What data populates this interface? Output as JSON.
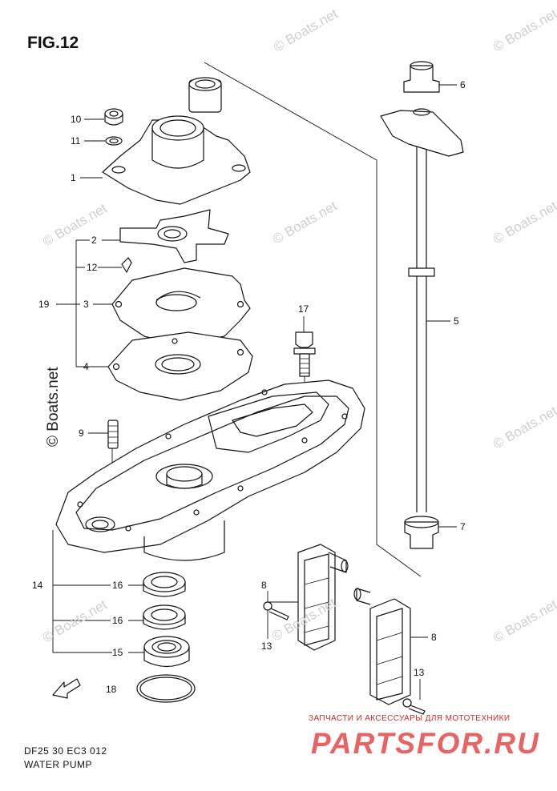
{
  "figure": {
    "title": "FIG.12",
    "model_code": "DF25 30 EC3  012",
    "caption": "WATER PUMP"
  },
  "watermark": "© Boats.net",
  "shop": {
    "tagline": "ЗАПЧАСТИ И АКСЕССУАРЫ ДЛЯ МОТОТЕХНИКИ",
    "logo_text": "PARTSFOR.RU"
  },
  "callouts": [
    {
      "id": "c10",
      "label": "10"
    },
    {
      "id": "c11",
      "label": "11"
    },
    {
      "id": "c1",
      "label": "1"
    },
    {
      "id": "c2",
      "label": "2"
    },
    {
      "id": "c12",
      "label": "12"
    },
    {
      "id": "c19",
      "label": "19"
    },
    {
      "id": "c3",
      "label": "3"
    },
    {
      "id": "c4",
      "label": "4"
    },
    {
      "id": "c9",
      "label": "9"
    },
    {
      "id": "c17",
      "label": "17"
    },
    {
      "id": "c6",
      "label": "6"
    },
    {
      "id": "c5",
      "label": "5"
    },
    {
      "id": "c7",
      "label": "7"
    },
    {
      "id": "c14",
      "label": "14"
    },
    {
      "id": "c16a",
      "label": "16"
    },
    {
      "id": "c16b",
      "label": "16"
    },
    {
      "id": "c15",
      "label": "15"
    },
    {
      "id": "c18",
      "label": "18"
    },
    {
      "id": "c8a",
      "label": "8"
    },
    {
      "id": "c8b",
      "label": "8"
    },
    {
      "id": "c13a",
      "label": "13"
    },
    {
      "id": "c13b",
      "label": "13"
    }
  ]
}
